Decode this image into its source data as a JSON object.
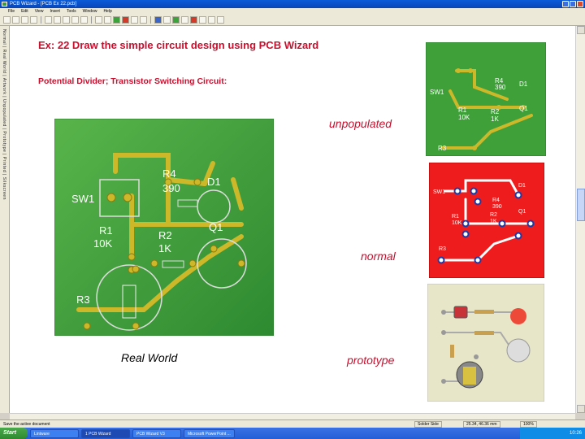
{
  "window": {
    "title": "PCB Wizard - [PCB Ex 22.pcb]"
  },
  "menu": [
    "File",
    "Edit",
    "View",
    "Insert",
    "Tools",
    "Window",
    "Help"
  ],
  "left_panel": [
    "Normal",
    "Real World",
    "Artwork",
    "Unpopulated",
    "Prototype",
    "Printed",
    "Silkscreen"
  ],
  "document": {
    "heading": "Ex: 22 Draw the simple circuit design using PCB Wizard",
    "subheading": "Potential Divider; Transistor Switching Circuit:",
    "labels": {
      "unpopulated": "unpopulated",
      "normal": "normal",
      "real_world": "Real World",
      "prototype": "prototype"
    },
    "components": {
      "sw1": "SW1",
      "r4": "R4",
      "r4_val": "390",
      "d1": "D1",
      "r1": "R1",
      "r1_val": "10K",
      "r2": "R2",
      "r2_val": "1K",
      "q1": "Q1",
      "r3": "R3"
    }
  },
  "status": {
    "text": "Save the active document",
    "view": "Solder Side",
    "coords": "25.34, 46.36 mm",
    "zoom": "100%"
  },
  "taskbar": {
    "start": "Start",
    "tasks": [
      "Lintware",
      "1 PCB Wizard",
      "PCB Wizard V3",
      "Microsoft PowerPoint ..."
    ],
    "time": "10:26"
  },
  "colors": {
    "board_green": "#44a43c",
    "track_yellow": "#cdb829",
    "normal_red": "#ee1c1c",
    "pad_blue": "#1a3aa8"
  }
}
